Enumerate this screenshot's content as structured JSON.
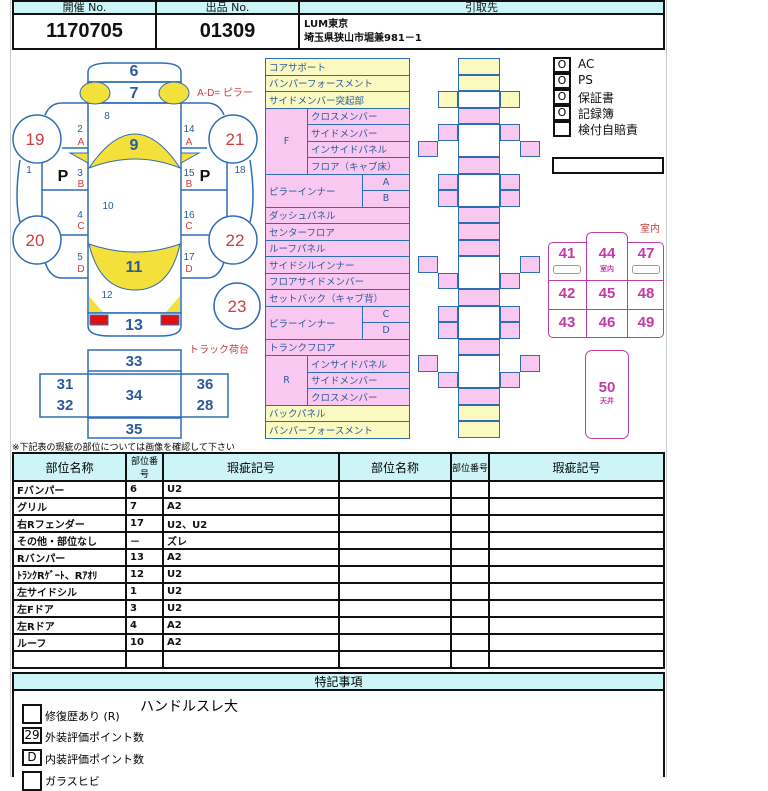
{
  "header": {
    "col1": "開催 No.",
    "col2": "出品 No.",
    "col3": "引取先",
    "auction_no": "1170705",
    "lot_no": "01309",
    "dest_name": "LUM東京",
    "dest_address": "埼玉県狭山市堀兼981－1"
  },
  "car": {
    "p6": "6",
    "p7": "7",
    "p8": "8",
    "p9": "9",
    "p10": "10",
    "p11": "11",
    "p12": "12",
    "p13": "13",
    "p1": "1",
    "p2": "2",
    "p3": "3",
    "p4": "4",
    "p5": "5",
    "p14": "14",
    "p15": "15",
    "p16": "16",
    "p17": "17",
    "p18": "18",
    "c19": "19",
    "c20": "20",
    "c21": "21",
    "c22": "22",
    "c23": "23",
    "A": "A",
    "B": "B",
    "C": "C",
    "D": "D",
    "P": "P",
    "pillar_note": "A-D= ピラー",
    "truck_label": "トラック荷台"
  },
  "truck": {
    "p33": "33",
    "p31": "31",
    "p32": "32",
    "p34": "34",
    "p36": "36",
    "p28": "28",
    "p35": "35"
  },
  "frame": {
    "core": "コアサポート",
    "bumper_f": "バンパーフォースメント",
    "side_proj": "サイドメンバー突起部",
    "F": "F",
    "f_cross": "クロスメンバー",
    "f_side": "サイドメンバー",
    "f_inside": "インサイドパネル",
    "f_floor": "フロア（キャブ床）",
    "pillar_ab": "ピラーインナー",
    "A": "A",
    "B": "B",
    "dash": "ダッシュパネル",
    "center": "センターフロア",
    "roof": "ルーフパネル",
    "sill": "サイドシルインナー",
    "floor_side": "フロアサイドメンバー",
    "setback": "セットバック（キャブ背）",
    "pillar_cd": "ピラーインナー",
    "C": "C",
    "D": "D",
    "trunk": "トランクフロア",
    "R": "R",
    "r_inside": "インサイドパネル",
    "r_side": "サイドメンバー",
    "r_cross": "クロスメンバー",
    "back": "バックパネル",
    "bumper_r": "バンパーフォースメント"
  },
  "checks": [
    {
      "mark": "O",
      "label": "AC"
    },
    {
      "mark": "O",
      "label": "PS"
    },
    {
      "mark": "O",
      "label": "保証書"
    },
    {
      "mark": "O",
      "label": "記録簿"
    },
    {
      "mark": "",
      "label": "検付自賠責"
    }
  ],
  "interior": {
    "label": "室内",
    "n41": "41",
    "n44": "44",
    "n44sub": "室内",
    "n47": "47",
    "n42": "42",
    "n45": "45",
    "n48": "48",
    "n43": "43",
    "n46": "46",
    "n49": "49",
    "n50": "50",
    "n50sub": "天井"
  },
  "note_text": "※下記表の瑕疵の部位については画像を確認して下さい",
  "defects": {
    "headers": [
      "部位名称",
      "部位番号",
      "瑕疵記号",
      "部位名称",
      "部位番号",
      "瑕疵記号"
    ],
    "rows": [
      [
        "Fバンパー",
        "6",
        "U2"
      ],
      [
        "グリル",
        "7",
        "A2"
      ],
      [
        "右Rフェンダー",
        "17",
        "U2、U2"
      ],
      [
        "その他・部位なし",
        "－",
        "ズレ"
      ],
      [
        "Rバンパー",
        "13",
        "A2"
      ],
      [
        "ﾄﾗﾝｸRｹﾞｰﾄ、Rｱｵﾘ",
        "12",
        "U2"
      ],
      [
        "左サイドシル",
        "1",
        "U2"
      ],
      [
        "左Fドア",
        "3",
        "U2"
      ],
      [
        "左Rドア",
        "4",
        "A2"
      ],
      [
        "ルーフ",
        "10",
        "A2"
      ],
      [
        "",
        "",
        ""
      ]
    ]
  },
  "remarks": {
    "title": "特記事項",
    "text": "ハンドルスレ大",
    "repair_label": "修復歴あり (R)",
    "repair_value": "",
    "ext_label": "外装評価ポイント数",
    "ext_value": "29",
    "int_label": "内装評価ポイント数",
    "int_value": "D",
    "glass_label": "ガラスヒビ"
  }
}
